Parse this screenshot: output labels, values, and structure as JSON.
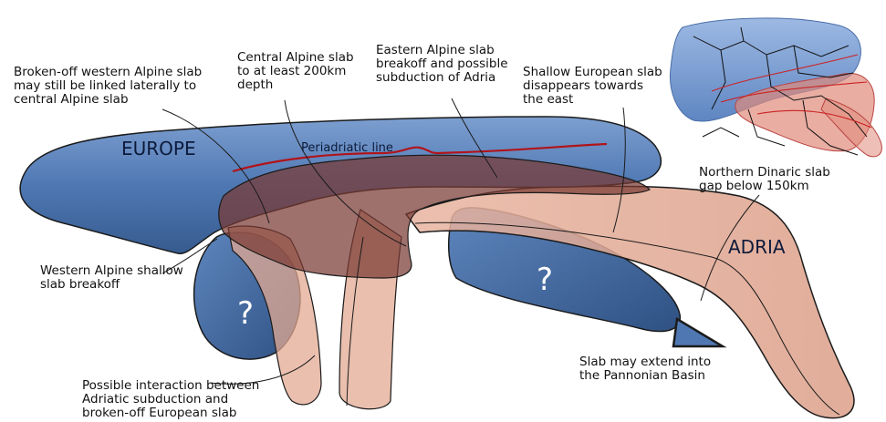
{
  "labels": {
    "europe": "EUROPE",
    "adria": "ADRIA",
    "periadriatic": "Periadriatic line",
    "question_west": "?",
    "question_east": "?"
  },
  "annotations": {
    "western_link": "Broken-off western Alpine slab\nmay still be linked laterally to\ncentral Alpine slab",
    "central_slab": "Central Alpine slab\nto at least 200km\ndepth",
    "eastern_breakoff": "Eastern Alpine slab\nbreakoff and possible\nsubduction of Adria",
    "shallow_european": "Shallow European slab\ndisappears towards\nthe east",
    "dinaric_gap": "Northern Dinaric slab\ngap below 150km",
    "western_shallow": "Western Alpine shallow\nslab breakoff",
    "pannonian": "Slab may extend into\nthe Pannonian Basin",
    "interaction": "Possible interaction between\nAdriatic subduction and\nbroken-off European slab"
  },
  "colors": {
    "europe_slab": "#4f78b3",
    "europe_slab_dark": "#3b5f94",
    "adria_slab": "#e3a993",
    "adria_slab_dark": "#8a3a2c",
    "periadriatic_line": "#b0141a",
    "outline": "#1b1b1b"
  }
}
